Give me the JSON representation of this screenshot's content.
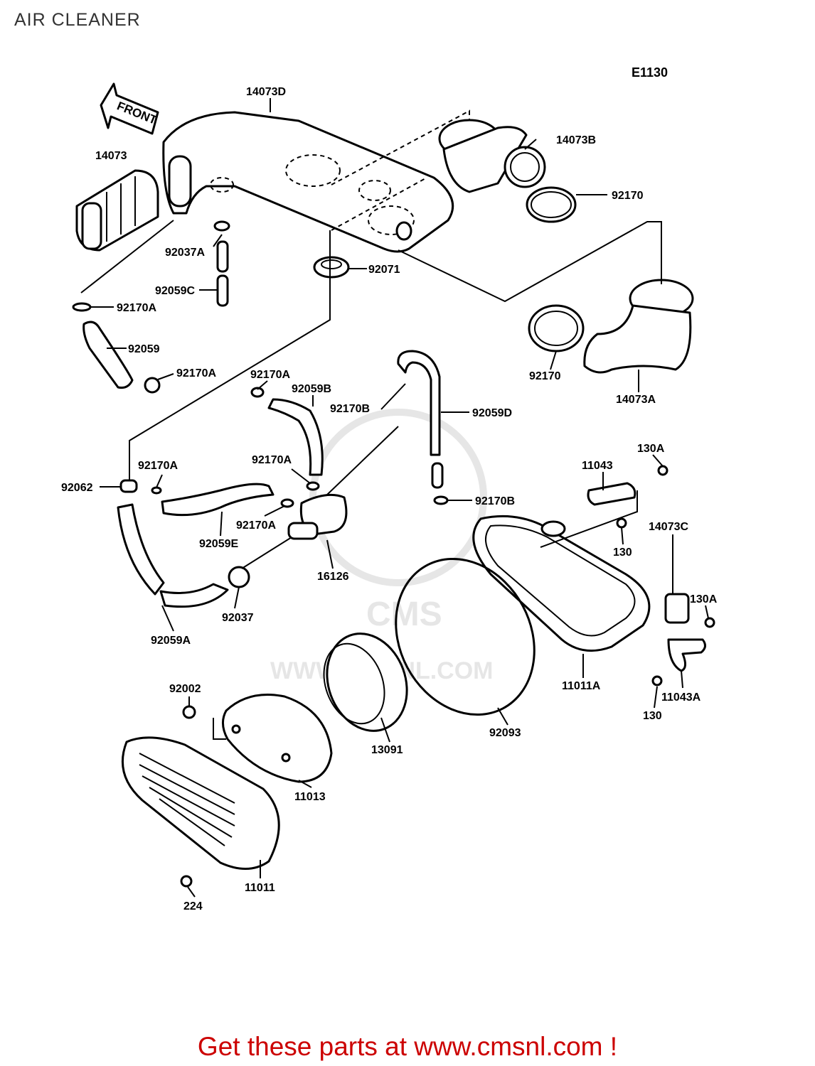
{
  "title": "AIR CLEANER",
  "diagram_code": "E1130",
  "front_label": "FRONT",
  "watermark": {
    "logo_text": "CMS",
    "url_text": "WWW.CMSNL.COM"
  },
  "parts": [
    {
      "id": "p-14073D",
      "label": "14073D"
    },
    {
      "id": "p-14073",
      "label": "14073"
    },
    {
      "id": "p-14073B",
      "label": "14073B"
    },
    {
      "id": "p-92170-top",
      "label": "92170"
    },
    {
      "id": "p-92037A",
      "label": "92037A"
    },
    {
      "id": "p-92071",
      "label": "92071"
    },
    {
      "id": "p-92059C",
      "label": "92059C"
    },
    {
      "id": "p-92170A-1",
      "label": "92170A"
    },
    {
      "id": "p-92059",
      "label": "92059"
    },
    {
      "id": "p-92170A-2",
      "label": "92170A"
    },
    {
      "id": "p-92170A-3",
      "label": "92170A"
    },
    {
      "id": "p-92059B",
      "label": "92059B"
    },
    {
      "id": "p-92170B-1",
      "label": "92170B"
    },
    {
      "id": "p-92059D",
      "label": "92059D"
    },
    {
      "id": "p-92170-mid",
      "label": "92170"
    },
    {
      "id": "p-14073A",
      "label": "14073A"
    },
    {
      "id": "p-92170A-4",
      "label": "92170A"
    },
    {
      "id": "p-92062",
      "label": "92062"
    },
    {
      "id": "p-92170A-5",
      "label": "92170A"
    },
    {
      "id": "p-92170A-6",
      "label": "92170A"
    },
    {
      "id": "p-92059E",
      "label": "92059E"
    },
    {
      "id": "p-92170B-2",
      "label": "92170B"
    },
    {
      "id": "p-11043",
      "label": "11043"
    },
    {
      "id": "p-130A-1",
      "label": "130A"
    },
    {
      "id": "p-130-1",
      "label": "130"
    },
    {
      "id": "p-14073C",
      "label": "14073C"
    },
    {
      "id": "p-16126",
      "label": "16126"
    },
    {
      "id": "p-92037",
      "label": "92037"
    },
    {
      "id": "p-92059A",
      "label": "92059A"
    },
    {
      "id": "p-130A-2",
      "label": "130A"
    },
    {
      "id": "p-11011A",
      "label": "11011A"
    },
    {
      "id": "p-11043A",
      "label": "11043A"
    },
    {
      "id": "p-130-2",
      "label": "130"
    },
    {
      "id": "p-92002",
      "label": "92002"
    },
    {
      "id": "p-13091",
      "label": "13091"
    },
    {
      "id": "p-92093",
      "label": "92093"
    },
    {
      "id": "p-11013",
      "label": "11013"
    },
    {
      "id": "p-11011",
      "label": "11011"
    },
    {
      "id": "p-224",
      "label": "224"
    }
  ],
  "footer": "Get these parts at www.cmsnl.com !"
}
